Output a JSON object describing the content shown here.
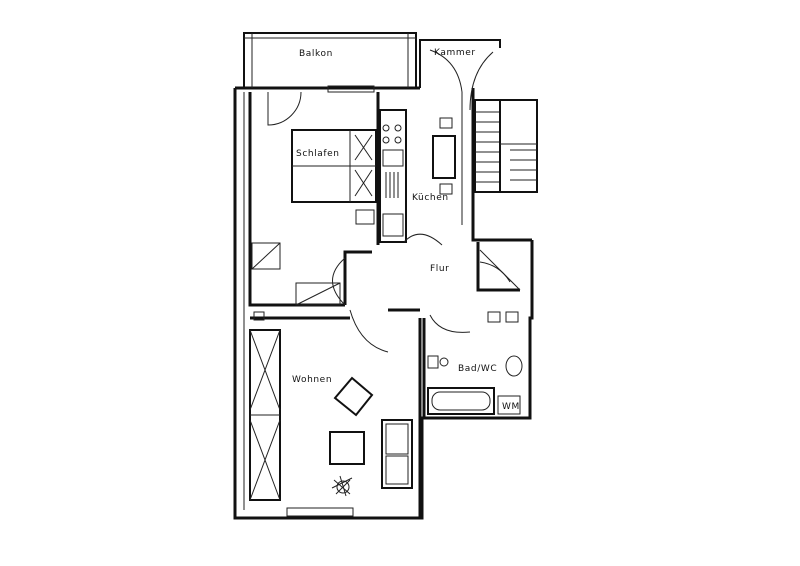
{
  "rooms": {
    "balkon": "Balkon",
    "kammer": "Kammer",
    "schlafen": "Schlafen",
    "kuechen": "Küchen",
    "flur": "Flur",
    "wohnen": "Wohnen",
    "bad": "Bad/WC",
    "wm": "WM"
  },
  "colors": {
    "line": "#111111",
    "background": "#ffffff"
  }
}
